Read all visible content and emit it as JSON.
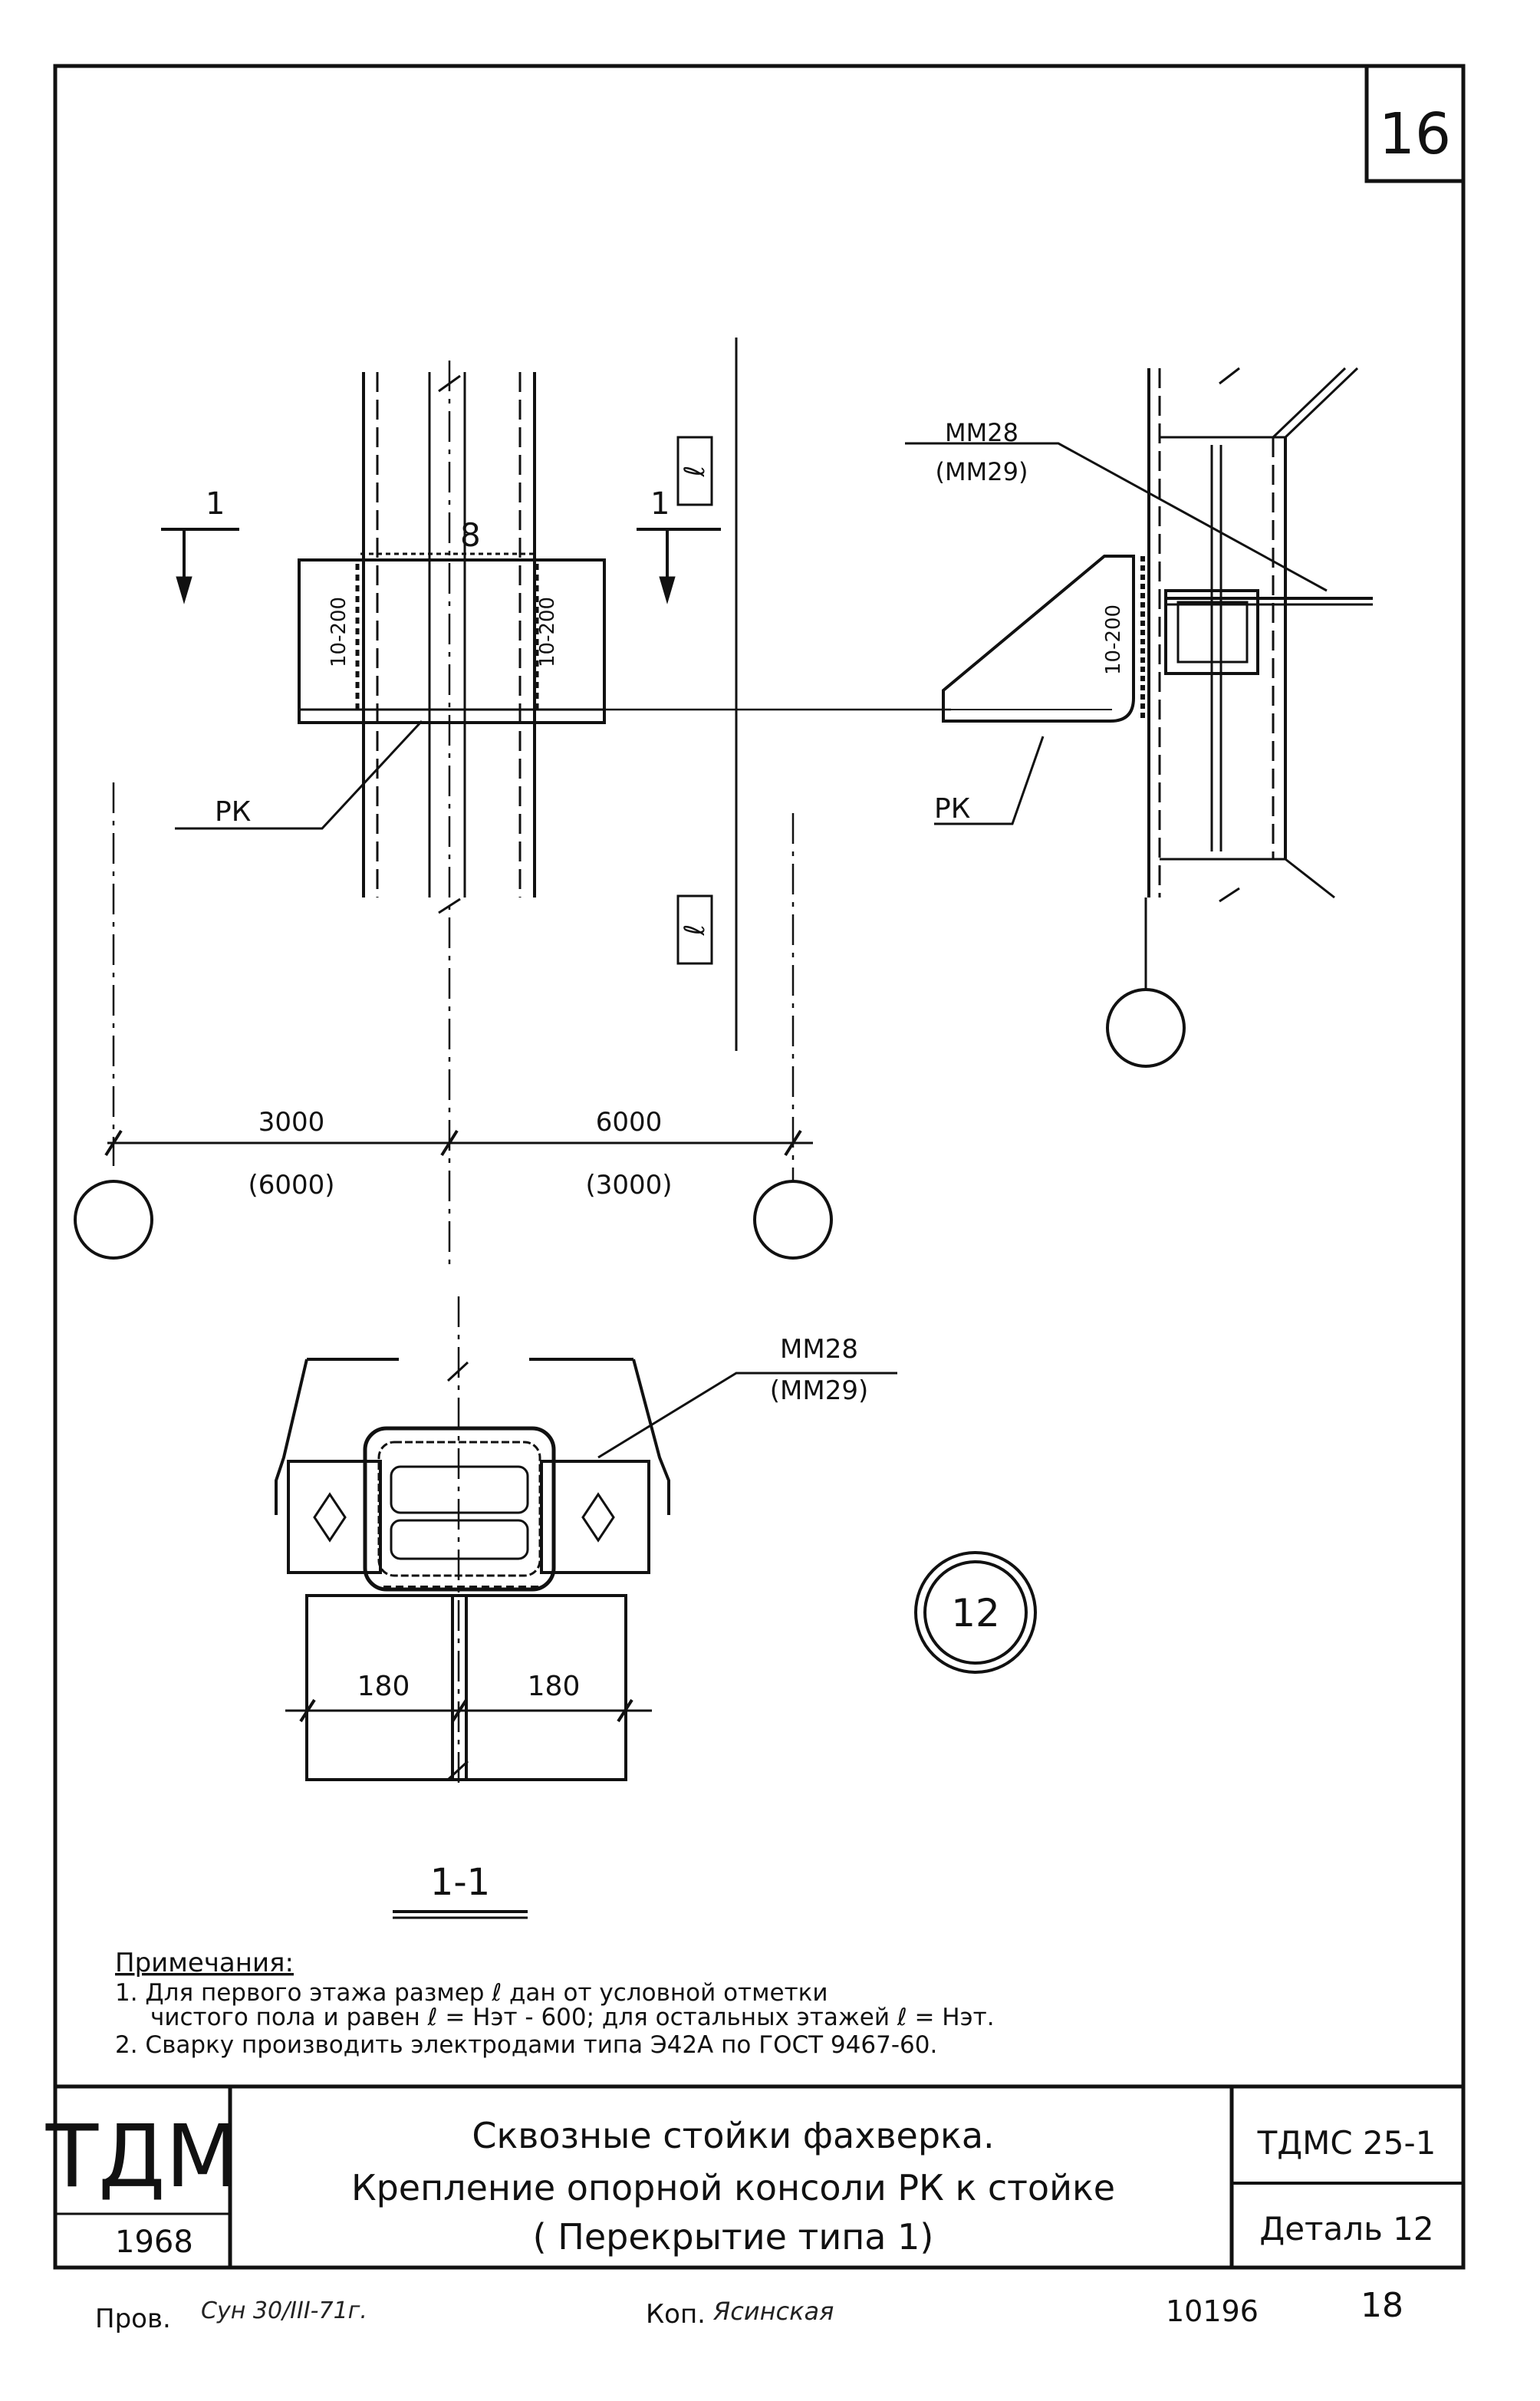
{
  "sheet": {
    "number": "16",
    "notes_title": "Примечания:",
    "note_1_line1": "1. Для первого этажа размер ℓ дан от условной отметки",
    "note_1_line2": "чистого пола и равен ℓ = Нэт - 600; для остальных этажей ℓ = Нэт.",
    "note_2": "2. Сварку производить электродами типа Э42А по ГОСТ 9467-60."
  },
  "elevation": {
    "section_mark": "1",
    "weld_size": "8",
    "weld_left": "10-200",
    "weld_right": "10-200",
    "weld_side": "10-200",
    "console_label_left": "РК",
    "console_label_right": "РК",
    "embed_label": "ММ28",
    "embed_label_alt": "(ММ29)",
    "height_mark": "ℓ",
    "dim_left": "3000",
    "dim_left_alt": "(6000)",
    "dim_right": "6000",
    "dim_right_alt": "(3000)"
  },
  "section": {
    "embed_label": "ММ28",
    "embed_label_alt": "(ММ29)",
    "dim_left": "180",
    "dim_right": "180",
    "title": "1-1",
    "detail_number": "12"
  },
  "title_block": {
    "org": "ТДМ",
    "year": "1968",
    "title_line1": "Сквозные стойки фахверка.",
    "title_line2": "Крепление опорной консоли РК к стойке",
    "title_line3": "( Перекрытие типа 1)",
    "code": "ТДМС 25-1",
    "detail": "Деталь 12"
  },
  "footer": {
    "checked": "Пров.",
    "checked_sign": "Сун 30/III-71г.",
    "copied": "Коп.",
    "copied_sign": "Ясинская",
    "archive_no": "10196",
    "page": "18"
  }
}
